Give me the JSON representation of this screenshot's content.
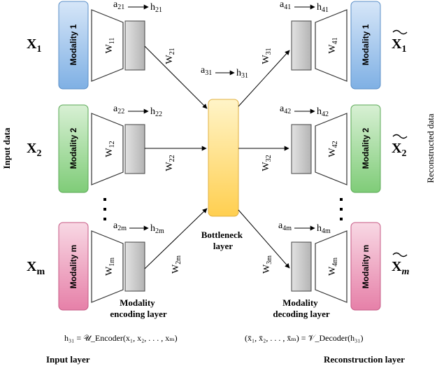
{
  "side_labels": {
    "input_data": "Input data",
    "reconstructed_data": "Reconstructed data"
  },
  "input_vars": [
    {
      "base": "X",
      "sub": "1"
    },
    {
      "base": "X",
      "sub": "2"
    },
    {
      "base": "X",
      "sub": "m"
    }
  ],
  "output_vars": [
    {
      "base": "X",
      "sub": "1"
    },
    {
      "base": "X",
      "sub": "2"
    },
    {
      "base": "X",
      "sub": "m"
    }
  ],
  "input_modalities": [
    "Modality 1",
    "Modality 2",
    "Modality m"
  ],
  "output_modalities": [
    "Modality 1",
    "Modality 2",
    "Modality m"
  ],
  "encoder_weights": [
    {
      "base": "W",
      "sub": "11"
    },
    {
      "base": "W",
      "sub": "12"
    },
    {
      "base": "W",
      "sub": "1m"
    }
  ],
  "decoder_weights": [
    {
      "base": "W",
      "sub": "41"
    },
    {
      "base": "W",
      "sub": "42"
    },
    {
      "base": "W",
      "sub": "4m"
    }
  ],
  "encoder_activations": [
    {
      "a": "21",
      "h": "21"
    },
    {
      "a": "22",
      "h": "22"
    },
    {
      "a": "2m",
      "h": "2m"
    }
  ],
  "decoder_activations": [
    {
      "a": "41",
      "h": "41"
    },
    {
      "a": "42",
      "h": "42"
    },
    {
      "a": "4m",
      "h": "4m"
    }
  ],
  "bottleneck_activation": {
    "a": "31",
    "h": "31"
  },
  "to_bottleneck_weights": [
    {
      "base": "W",
      "sub": "21"
    },
    {
      "base": "W",
      "sub": "22"
    },
    {
      "base": "W",
      "sub": "2m"
    }
  ],
  "from_bottleneck_weights": [
    {
      "base": "W",
      "sub": "31"
    },
    {
      "base": "W",
      "sub": "32"
    },
    {
      "base": "W",
      "sub": "3m"
    }
  ],
  "bottleneck_label": [
    "Bottleneck",
    "layer"
  ],
  "encoding_label": [
    "Modality",
    "encoding layer"
  ],
  "decoding_label": [
    "Modality",
    "decoding layer"
  ],
  "encoder_formula": "h₃₁ = 𝒰_Encoder(x₁, x₂, . . . , xₘ)",
  "decoder_formula": "(x̄₁, x̄₂, . . . , x̄ₘ) = 𝒱_Decoder(h₃₁)",
  "input_layer_label": "Input layer",
  "reconstruction_layer_label": "Reconstruction layer",
  "colors": {
    "modality_1": "#8fb8e6",
    "modality_2": "#8fd08a",
    "modality_m": "#e98fb0",
    "bottleneck": "#ffd970",
    "hidden_box": "#c8c8c8"
  }
}
